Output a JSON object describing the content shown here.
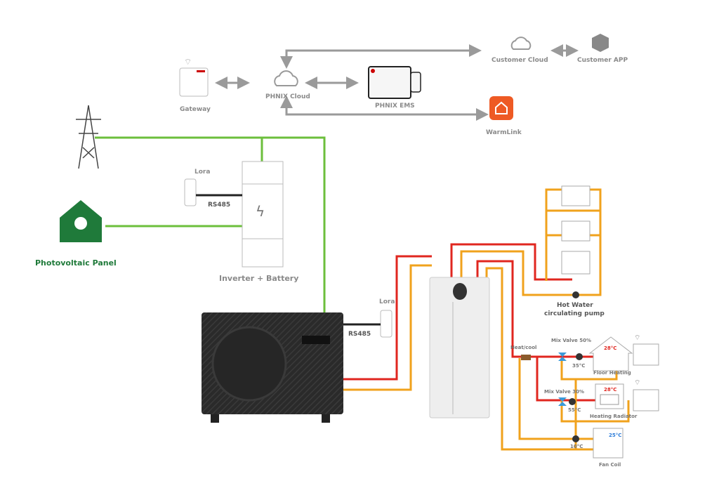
{
  "labels": {
    "gateway": "Gateway",
    "phnix_cloud": "PHNIX Cloud",
    "phnix_ems": "PHNIX EMS",
    "customer_cloud": "Customer Cloud",
    "customer_app": "Customer APP",
    "warmlink": "WarmLink",
    "pv_panel": "Photovoltaic Panel",
    "inverter_battery": "Inverter + Battery",
    "lora_1": "Lora",
    "rs485_1": "RS485",
    "lora_2": "Lora",
    "rs485_2": "RS485",
    "hot_water_pump": "Hot Water",
    "hot_water_pump_2": "circulating pump",
    "heat_cool": "Heat/cool",
    "mix_valve_1": "Mix Valve 50%",
    "mix_valve_2": "Mix Valve 30%",
    "temp_floor": "35°C",
    "temp_radiator": "55°C",
    "temp_fancoil": "10°C",
    "floor_heating": "Floor Heating",
    "heating_radiator": "Heating Radiator",
    "fan_coil": "Fan Coil",
    "room_floor": "28°C",
    "room_radiator": "28°C",
    "room_fancoil": "25°C"
  },
  "colors": {
    "grid_line": "#6cbf3c",
    "hot_pipe": "#e0261f",
    "return_pipe": "#f0a21c",
    "comm_arrow": "#9a9a9a",
    "pv_green": "#1f7a3a",
    "warmlink": "#ee5a24"
  }
}
